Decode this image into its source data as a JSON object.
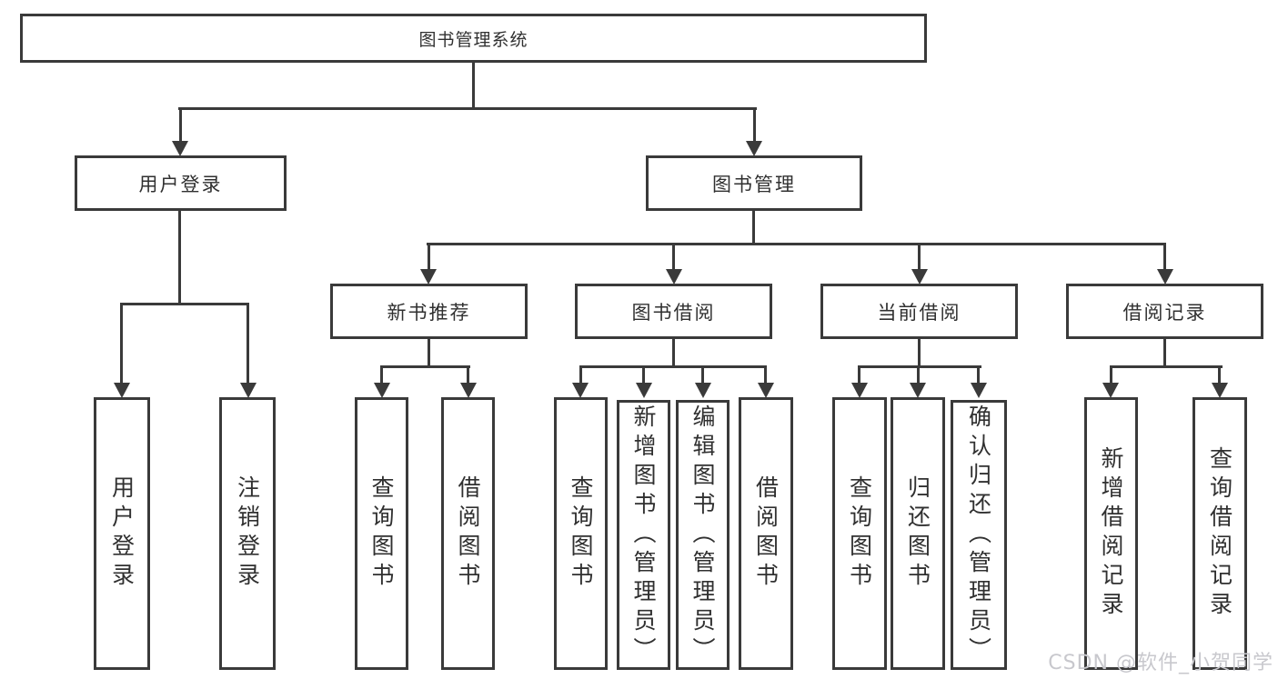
{
  "diagram": {
    "root": "图书管理系统",
    "level2": [
      "用户登录",
      "图书管理"
    ],
    "level3": [
      "新书推荐",
      "图书借阅",
      "当前借阅",
      "借阅记录"
    ],
    "leaves": [
      "用户登录",
      "注销登录",
      "查询图书",
      "借阅图书",
      "查询图书",
      "新增图书（管理员）",
      "编辑图书（管理员）",
      "借阅图书",
      "查询图书",
      "归还图书",
      "确认归还（管理员）",
      "新增借阅记录",
      "查询借阅记录"
    ],
    "watermark": "CSDN @软件_小贺同学",
    "colors": {
      "line": "#3a3a3a",
      "text": "#303030",
      "box_background": "#ffffff",
      "watermark": "#c8c8cd"
    }
  }
}
